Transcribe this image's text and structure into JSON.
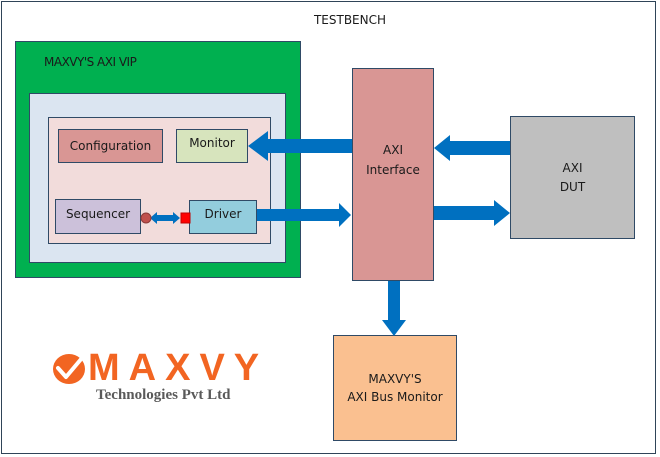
{
  "title": "TESTBENCH",
  "vip": {
    "title": "MAXVY'S AXI VIP",
    "blocks": {
      "configuration": "Configuration",
      "monitor": "Monitor",
      "sequencer": "Sequencer",
      "driver": "Driver"
    }
  },
  "axi_interface": {
    "line1": "AXI",
    "line2": "Interface"
  },
  "axi_dut": {
    "line1": "AXI",
    "line2": "DUT"
  },
  "bus_monitor": {
    "line1": "MAXVY'S",
    "line2": "AXI Bus Monitor"
  },
  "logo": {
    "brand": "MAXVY",
    "subtitle": "Technologies Pvt Ltd",
    "icon": "checkmark-circle-icon"
  },
  "colors": {
    "vip_green": "#00b050",
    "inner_blue": "#dbe5f1",
    "inner_pink": "#f2dcdb",
    "configuration": "#d99694",
    "monitor": "#d7e4bd",
    "sequencer": "#ccc1da",
    "driver": "#93cddd",
    "axi_interface": "#d99694",
    "axi_dut": "#bfbfbf",
    "bus_monitor": "#fac090",
    "arrow": "#0070c0",
    "logo_orange": "#f26522",
    "logo_gray": "#595959"
  }
}
